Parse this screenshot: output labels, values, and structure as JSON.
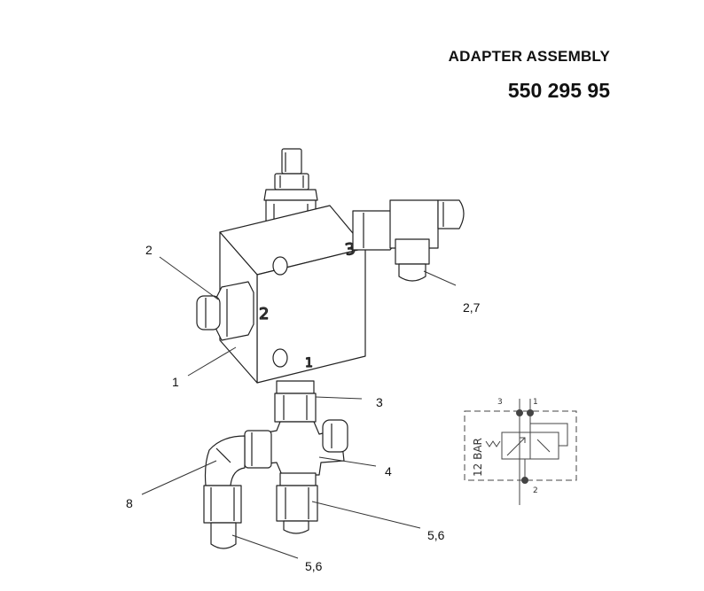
{
  "header": {
    "title": "ADAPTER ASSEMBLY",
    "part_number": "550 295 95"
  },
  "callouts": {
    "c1": "1",
    "c2": "2",
    "c3": "3",
    "c4": "4",
    "c8": "8",
    "c27": "2,7",
    "c56a": "5,6",
    "c56b": "5,6"
  },
  "block_ports": {
    "p1": "1",
    "p2": "2",
    "p3": "3"
  },
  "schematic": {
    "port_top_left": "3",
    "port_top_right": "1",
    "port_bottom": "2",
    "pressure_label": "12 BAR"
  }
}
